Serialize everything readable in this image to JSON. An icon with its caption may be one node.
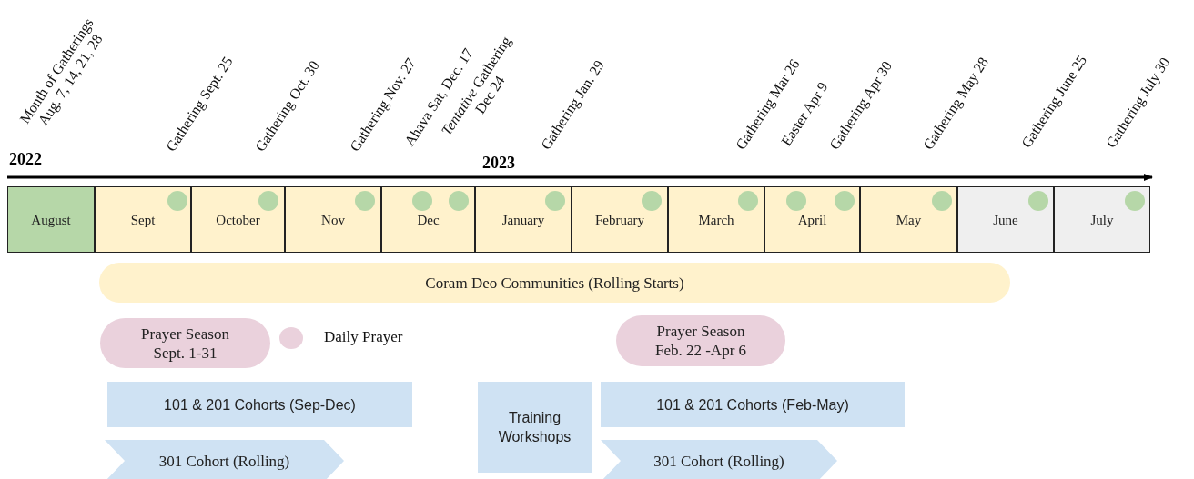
{
  "diagram": {
    "nodes": [
      {
        "text": [
          "August"
        ]
      },
      {
        "text": [
          "Sept"
        ]
      },
      {
        "text": [
          "October"
        ]
      },
      {
        "text": [
          "Nov"
        ]
      },
      {
        "text": [
          "Dec"
        ]
      },
      {
        "text": [
          "January"
        ]
      },
      {
        "text": [
          "February"
        ]
      },
      {
        "text": [
          "March"
        ]
      },
      {
        "text": [
          "April"
        ]
      },
      {
        "text": [
          "May"
        ]
      },
      {
        "text": [
          "June"
        ]
      },
      {
        "text": [
          "July"
        ]
      },
      {
        "text": [],
        "shape": "circle",
        "in": 1
      },
      {
        "text": [],
        "shape": "circle",
        "in": 2
      },
      {
        "text": [],
        "shape": "circle",
        "in": 3
      },
      {
        "text": [],
        "shape": "circle",
        "in": 4
      },
      {
        "text": [],
        "shape": "circle",
        "in": 4
      },
      {
        "text": [],
        "shape": "circle",
        "in": 5
      },
      {
        "text": [],
        "shape": "circle",
        "in": 6
      },
      {
        "text": [],
        "shape": "circle",
        "in": 7
      },
      {
        "text": [],
        "shape": "circle",
        "in": 8
      },
      {
        "text": [],
        "shape": "circle",
        "in": 8
      },
      {
        "text": [],
        "shape": "circle",
        "in": 9
      },
      {
        "text": [],
        "shape": "circle",
        "in": 10
      },
      {
        "text": [],
        "shape": "circle",
        "in": 11
      },
      {
        "text": [
          "Coram Deo Communities (Rolling Starts)"
        ]
      },
      {
        "text": [
          "Prayer Season Sept. 1-31"
        ]
      },
      {
        "text": [
          "Prayer Season Feb. 22 -Apr 6"
        ]
      },
      {
        "text": [
          "101 & 201 Cohorts (Sep-Dec)"
        ]
      },
      {
        "text": [
          "Training Workshops"
        ]
      },
      {
        "text": [
          "101 & 201 Cohorts (Feb-May)"
        ]
      },
      {
        "text": [
          "301 Cohort (Rolling)"
        ]
      },
      {
        "text": [
          "301 Cohort (Rolling)"
        ]
      }
    ],
    "edges": [],
    "labels": [
      "Month of Gatherings Aug. 7, 14, 21, 28",
      "2022",
      "Gathering Sept. 25",
      "Gathering Oct. 30",
      "Gathering Nov. 27",
      "Ahava Sat, Dec. 17",
      "*Tentative* Gathering Dec 24",
      "2023",
      "Gathering Jan. 29",
      "Gathering Mar 26",
      "Easter Apr 9",
      "Gathering Apr 30",
      "Gathering May 28",
      "Gathering June 25",
      "Gathering July 30"
    ],
    "legend": [
      {
        "text": "Daily Prayer",
        "color": "#ead1dc"
      }
    ]
  }
}
